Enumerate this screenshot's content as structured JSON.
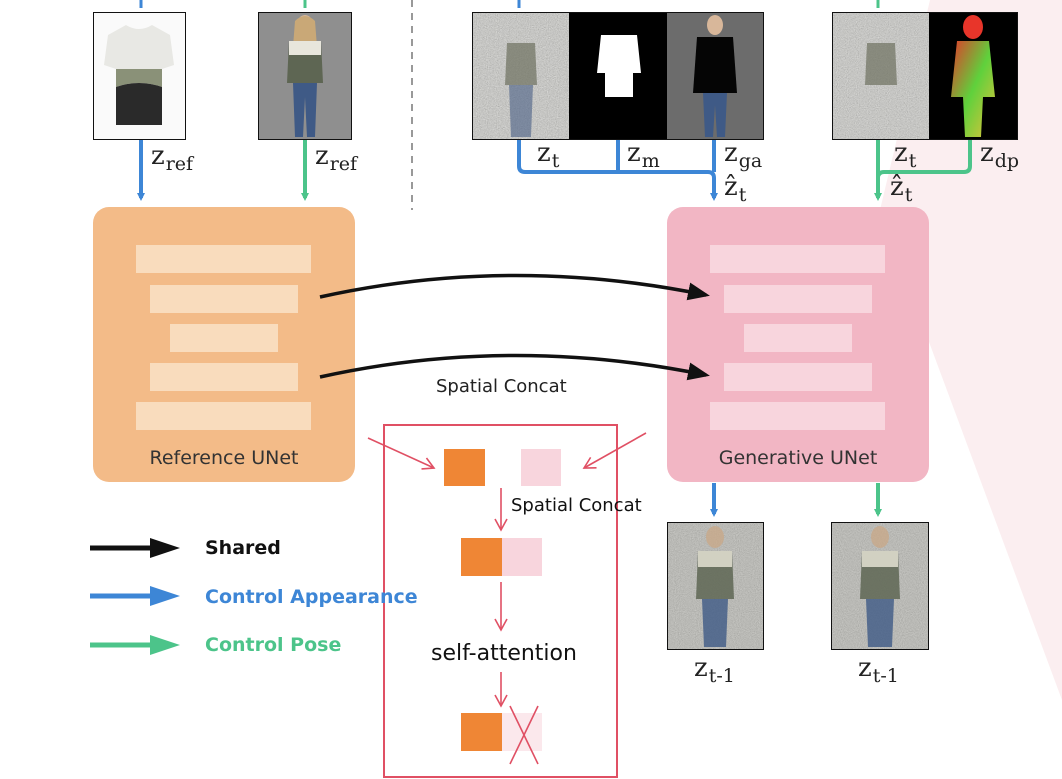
{
  "colors": {
    "appearance": "#3d86d6",
    "pose": "#4cc48a",
    "shared": "#111111",
    "reference_unet": "#f3bb88",
    "generative_unet": "#f2b6c4",
    "red": "#e05064",
    "orange": "#ef8635",
    "pink": "#f8d5dd"
  },
  "icons": [
    "tshirt-image",
    "person-image",
    "noisy-person-image",
    "mask-image",
    "garment-agnostic-image",
    "densepose-image"
  ],
  "latents": {
    "ref_base": "z",
    "ref_sub": "ref",
    "t_base": "z",
    "t_sub": "t",
    "m_base": "z",
    "m_sub": "m",
    "ga_base": "z",
    "ga_sub": "ga",
    "dp_base": "z",
    "dp_sub": "dp",
    "hat_base": "ẑ",
    "hat_sub": "t",
    "prev_base": "z",
    "prev_sub": "t-1"
  },
  "reference_unet": {
    "label": "Reference UNet"
  },
  "generative_unet": {
    "label": "Generative UNet"
  },
  "spatial_concat_label": "Spatial Concat",
  "detail": {
    "spatial_concat_label": "Spatial Concat",
    "self_attention_label": "self-attention"
  },
  "legend": [
    {
      "label": "Shared",
      "color": "#111111"
    },
    {
      "label": "Control Appearance",
      "color": "#3d86d6"
    },
    {
      "label": "Control Pose",
      "color": "#4cc48a"
    }
  ]
}
